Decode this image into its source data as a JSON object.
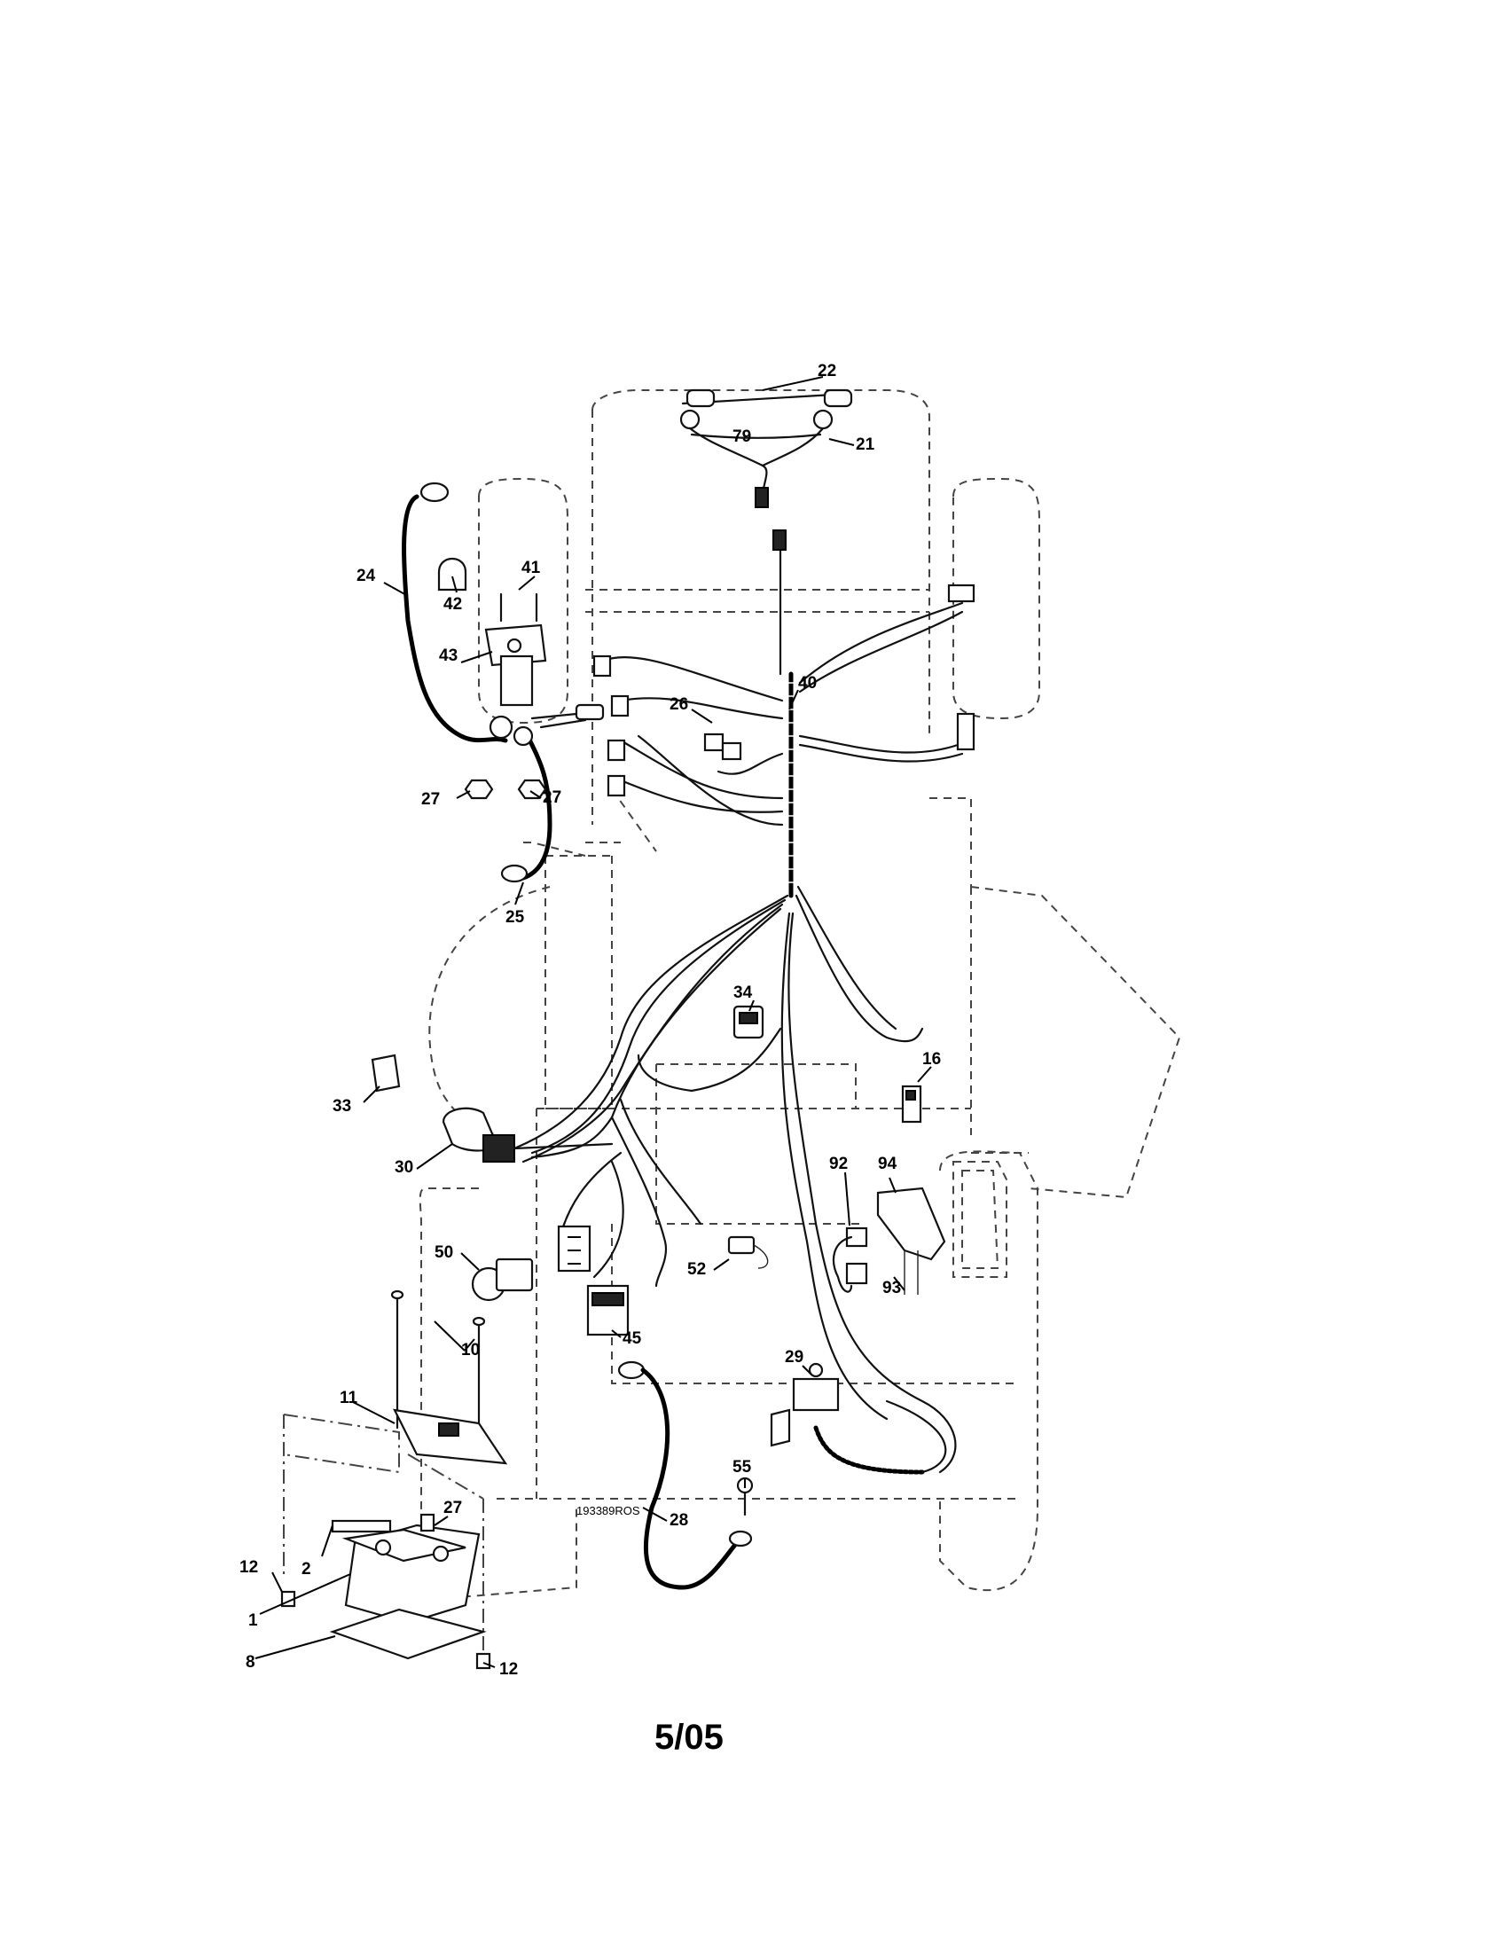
{
  "callouts": {
    "c22": "22",
    "c79": "79",
    "c21": "21",
    "c24": "24",
    "c41": "41",
    "c42": "42",
    "c43": "43",
    "c40": "40",
    "c26": "26",
    "c27a": "27",
    "c27b": "27",
    "c25": "25",
    "c34": "34",
    "c16": "16",
    "c33": "33",
    "c30": "30",
    "c92": "92",
    "c94": "94",
    "c50": "50",
    "c52": "52",
    "c93": "93",
    "c10": "10",
    "c45": "45",
    "c29": "29",
    "c11": "11",
    "c27c": "27",
    "c55": "55",
    "c28": "28",
    "c12a": "12",
    "c2": "2",
    "c1": "1",
    "c8": "8",
    "c12b": "12"
  },
  "drawing_code": "193389ROS",
  "footer_date": "5/05"
}
